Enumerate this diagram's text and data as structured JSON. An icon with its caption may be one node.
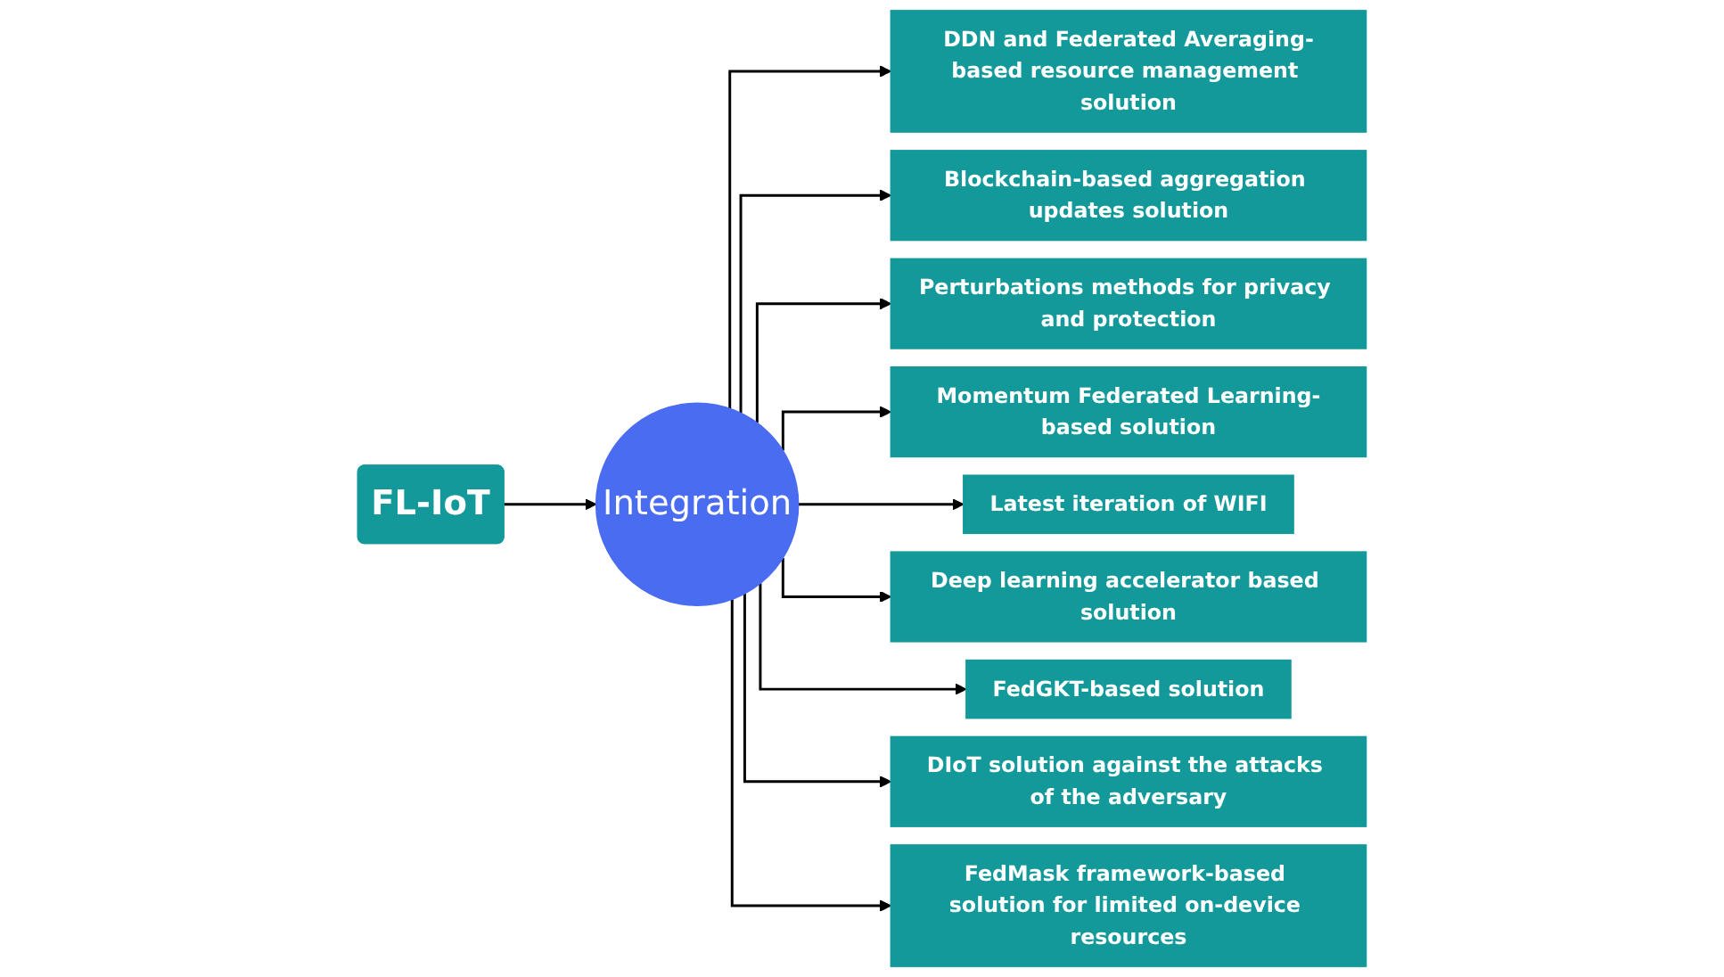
{
  "diagram": {
    "nodes": [
      {
        "text": [
          "FL-IoT"
        ]
      },
      {
        "text": [
          "Integration"
        ]
      },
      {
        "text": [
          "DDN and Federated Averaging-based resource management solution"
        ]
      },
      {
        "text": [
          "Blockchain-based aggregation updates solution"
        ]
      },
      {
        "text": [
          "Perturbations methods for privacy and protection"
        ]
      },
      {
        "text": [
          "Momentum Federated Learning-based solution"
        ]
      },
      {
        "text": [
          "Latest iteration of WIFI"
        ]
      },
      {
        "text": [
          "Deep learning accelerator based solution"
        ]
      },
      {
        "text": [
          "FedGKT-based solution"
        ]
      },
      {
        "text": [
          "DIoT solution against the attacks of the adversary"
        ]
      },
      {
        "text": [
          "FedMask framework-based solution for limited on-device resources"
        ]
      }
    ],
    "edges": [
      {
        "from": 0,
        "to": 1,
        "arrow": "to"
      },
      {
        "from": 1,
        "to": 2,
        "arrow": "to"
      },
      {
        "from": 1,
        "to": 3,
        "arrow": "to"
      },
      {
        "from": 1,
        "to": 4,
        "arrow": "to"
      },
      {
        "from": 1,
        "to": 5,
        "arrow": "to"
      },
      {
        "from": 1,
        "to": 6,
        "arrow": "to"
      },
      {
        "from": 1,
        "to": 7,
        "arrow": "to"
      },
      {
        "from": 1,
        "to": 8,
        "arrow": "to"
      },
      {
        "from": 1,
        "to": 9,
        "arrow": "to"
      },
      {
        "from": 1,
        "to": 10,
        "arrow": "to"
      }
    ]
  }
}
